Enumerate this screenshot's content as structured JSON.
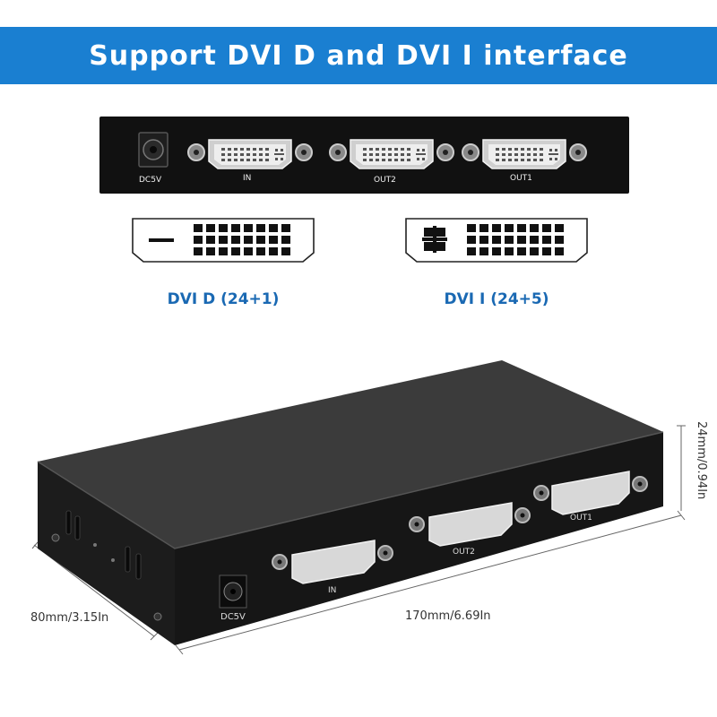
{
  "banner": {
    "title": "Support DVI D and DVI I interface",
    "color": "#1a7fd1"
  },
  "rear_panel": {
    "power_label": "DC5V",
    "ports": [
      {
        "label": "IN"
      },
      {
        "label": "OUT2"
      },
      {
        "label": "OUT1"
      }
    ]
  },
  "connectors": {
    "dvi_d": {
      "caption": "DVI D (24+1)"
    },
    "dvi_i": {
      "caption": "DVI I (24+5)"
    },
    "caption_color": "#1a69b3"
  },
  "device": {
    "power_label": "DC5V",
    "port_labels": {
      "in": "IN",
      "out2": "OUT2",
      "out1": "OUT1"
    },
    "dimensions": {
      "depth": "80mm/3.15In",
      "length": "170mm/6.69In",
      "height": "24mm/0.94In"
    }
  }
}
